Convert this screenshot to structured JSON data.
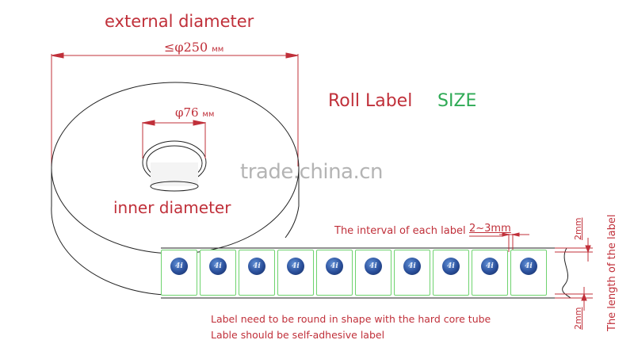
{
  "title": {
    "roll_label": "Roll Label",
    "size": "SIZE"
  },
  "external": {
    "label": "external diameter",
    "dimension_prefix": "≤φ250",
    "dimension_unit": "мм"
  },
  "inner": {
    "label": "inner diameter",
    "dimension_prefix": "φ76",
    "dimension_unit": "мм"
  },
  "watermark": "trade.china.cn",
  "interval": {
    "label": "The interval of each label",
    "value": "2~3mm"
  },
  "margins": {
    "top": "2mm",
    "bottom": "2mm"
  },
  "length_label": "The length of the label",
  "notes": [
    "Label need to be round in shape with the hard core tube",
    "Lable should be self-adhesive label"
  ],
  "labels": [
    {
      "logo": "4i"
    },
    {
      "logo": "4i"
    },
    {
      "logo": "4i"
    },
    {
      "logo": "4i"
    },
    {
      "logo": "4i"
    },
    {
      "logo": "4i"
    },
    {
      "logo": "4i"
    },
    {
      "logo": "4i"
    },
    {
      "logo": "4i"
    },
    {
      "logo": "4i"
    }
  ],
  "colors": {
    "annotation_red": "#c0303a",
    "size_green": "#2eaa55",
    "label_border_green": "#6ed36e",
    "logo_blue": "#2a4f9a",
    "watermark_gray": "#b4b4b4"
  }
}
